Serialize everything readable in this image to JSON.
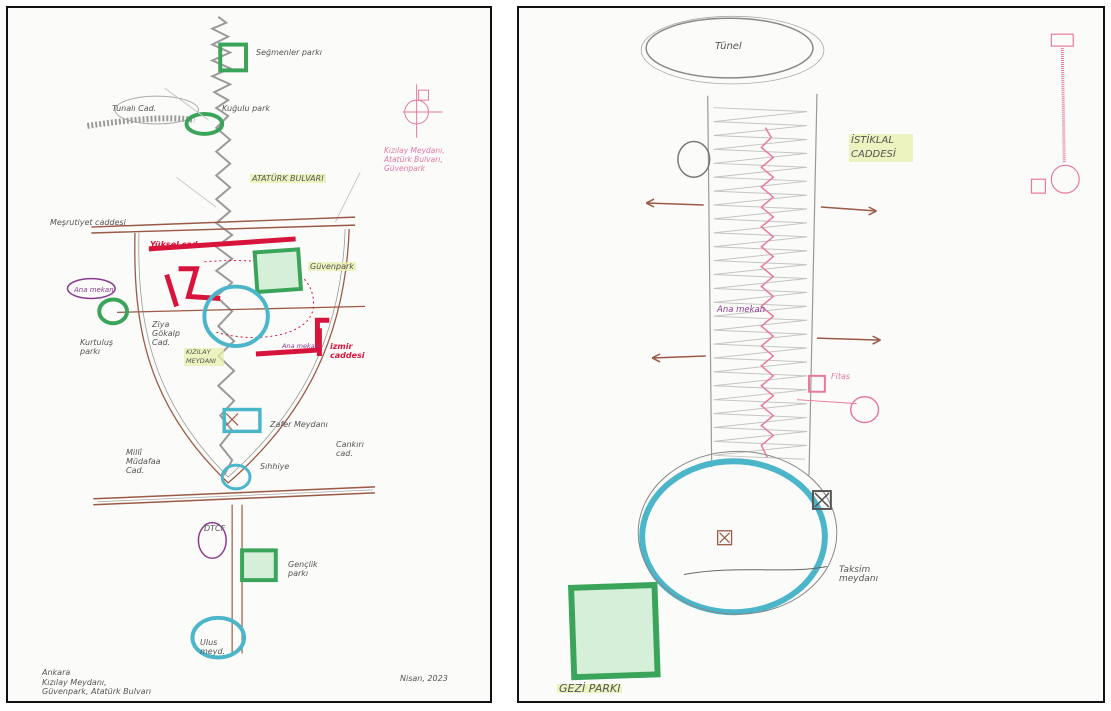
{
  "colors": {
    "pencil": "#9a9a9a",
    "green": "#3aa55a",
    "teal": "#4bb5c9",
    "red": "#d8143c",
    "brown": "#9a5a45",
    "pink": "#e8799e",
    "purple": "#8a3b8f",
    "highlight": "#e8f0aa"
  },
  "left": {
    "labels": {
      "segmenler": "Seğmenler parkı",
      "tunali": "Tunalı Cad.",
      "kuglu": "Kuğulu park",
      "ataturk": "ATATÜRK BULVARI",
      "mesrutiyet": "Meşrutiyet caddesi",
      "yuksel": "Yüksel cad.",
      "guvenpark": "Güvenpark",
      "kizilay_legend": "Kızılay Meydanı, Atatürk Bulvarı, Güvenpark",
      "ana_mekan": "Ana mekan",
      "kurtulus": "Kurtuluş parkı",
      "ziya": "Ziya Gökalp Cad.",
      "ana_mekan2": "Ana mekan",
      "kizilay_meydani": "KIZILAY MEYDANI",
      "izmir": "izmir caddesi",
      "zafer": "Zafer Meydanı",
      "milli": "Millî Müdafaa Cad.",
      "cankiri": "Cankırı cad.",
      "sihhiye": "Sıhhiye",
      "dtcf": "DTCF",
      "genclik": "Gençlik parkı",
      "ulus": "Ulus meyd.",
      "footer_city": "Ankara",
      "footer_places": "Kızılay Meydanı, Güvenpark, Atatürk Bulvarı",
      "date": "Nisan, 2023"
    }
  },
  "right": {
    "labels": {
      "tunel": "Tünel",
      "istiklal": "İSTİKLAL CADDESİ",
      "ana_mekan": "Ana mekan",
      "fitas": "Fitas",
      "taksim": "Taksim meydanı",
      "gezi": "GEZİ PARKI"
    }
  }
}
